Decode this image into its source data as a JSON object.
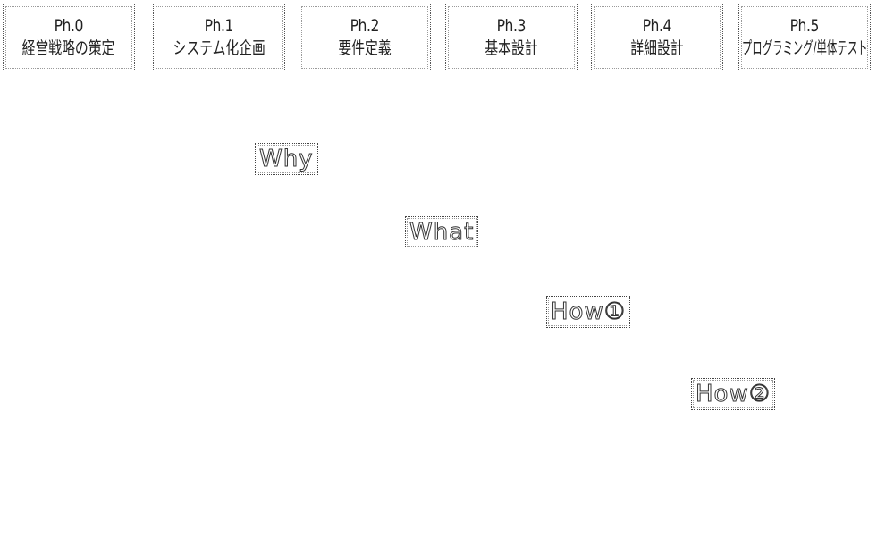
{
  "phases": [
    {
      "code": "Ph.0",
      "name": "経営戦略の策定"
    },
    {
      "code": "Ph.1",
      "name": "システム化企画"
    },
    {
      "code": "Ph.2",
      "name": "要件定義"
    },
    {
      "code": "Ph.3",
      "name": "基本設計"
    },
    {
      "code": "Ph.4",
      "name": "詳細設計"
    },
    {
      "code": "Ph.5",
      "name": "プログラミング/単体テスト"
    }
  ],
  "steps": [
    {
      "label": "Why"
    },
    {
      "label": "What"
    },
    {
      "label": "How①"
    },
    {
      "label": "How②"
    }
  ],
  "colors": {
    "border": "#444444",
    "text_outline": "#333333",
    "background": "#ffffff"
  }
}
